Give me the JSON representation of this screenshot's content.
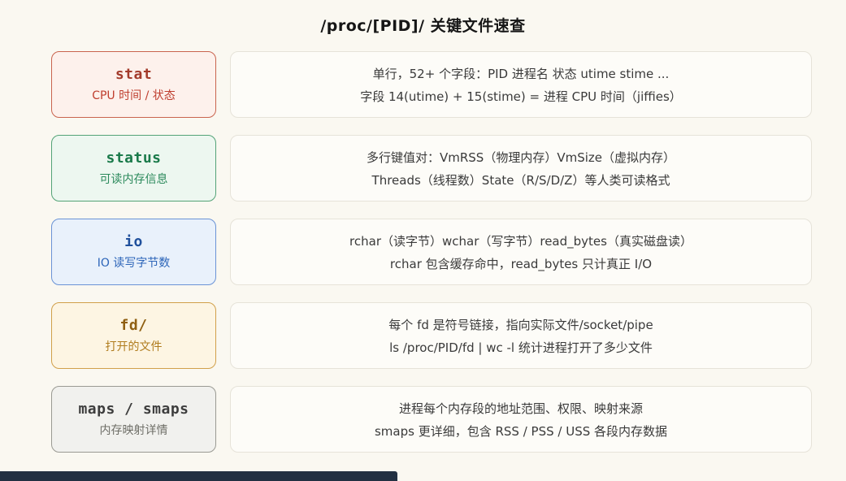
{
  "title": "/proc/[PID]/ 关键文件速查",
  "rows": [
    {
      "file": "stat",
      "subtitle": "CPU 时间 / 状态",
      "line1": "单行，52+ 个字段：PID 进程名 状态 utime stime ...",
      "line2": "字段 14(utime) + 15(stime) = 进程 CPU 时间（jiffies）",
      "colors": {
        "bg": "#fdf1ec",
        "border": "#c9644e",
        "title": "#a33b2b",
        "subtitle": "#bf3e2e"
      }
    },
    {
      "file": "status",
      "subtitle": "可读内存信息",
      "line1": "多行键值对：VmRSS（物理内存）VmSize（虚拟内存）",
      "line2": "Threads（线程数）State（R/S/D/Z）等人类可读格式",
      "colors": {
        "bg": "#edf7f0",
        "border": "#53a377",
        "title": "#1a7a4a",
        "subtitle": "#2c8a5c"
      }
    },
    {
      "file": "io",
      "subtitle": "IO 读写字节数",
      "line1": "rchar（读字节）wchar（写字节）read_bytes（真实磁盘读）",
      "line2": "rchar 包含缓存命中，read_bytes 只计真正 I/O",
      "colors": {
        "bg": "#e9f1fb",
        "border": "#6a93d6",
        "title": "#20509c",
        "subtitle": "#2b64b8"
      }
    },
    {
      "file": "fd/",
      "subtitle": "打开的文件",
      "line1": "每个 fd 是符号链接，指向实际文件/socket/pipe",
      "line2": "ls /proc/PID/fd | wc -l 统计进程打开了多少文件",
      "colors": {
        "bg": "#fdf5e3",
        "border": "#d1a04a",
        "title": "#8f5f12",
        "subtitle": "#b07c1e"
      }
    },
    {
      "file": "maps / smaps",
      "subtitle": "内存映射详情",
      "line1": "进程每个内存段的地址范围、权限、映射来源",
      "line2": "smaps 更详细，包含 RSS / PSS / USS 各段内存数据",
      "colors": {
        "bg": "#f1f1ee",
        "border": "#9a9a93",
        "title": "#3d3d3d",
        "subtitle": "#6e6e67"
      }
    }
  ],
  "decor": {
    "bottom_bar_color": "#223042",
    "page_background": "#faf8f1",
    "desc_card_background": "#fdfcf8",
    "desc_card_border": "#e6e3d9"
  }
}
